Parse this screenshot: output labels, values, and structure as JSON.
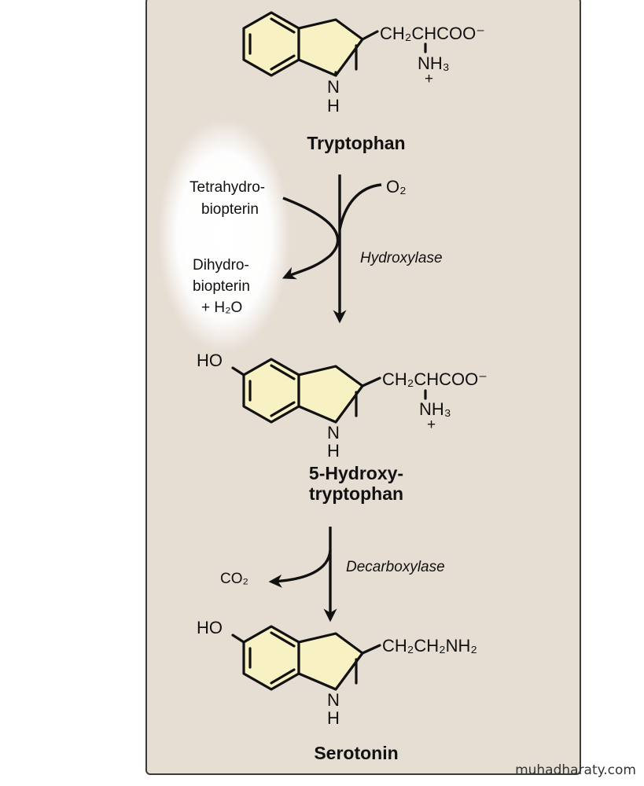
{
  "compounds": {
    "tryptophan": {
      "name": "Tryptophan",
      "side_chain": "CH₂CHCOO⁻",
      "amine": "NH₃",
      "amine_charge": "+",
      "ring_n": "N",
      "ring_h": "H"
    },
    "hydroxytryptophan": {
      "name_line1": "5-Hydroxy-",
      "name_line2": "tryptophan",
      "hydroxyl": "HO",
      "side_chain": "CH₂CHCOO⁻",
      "amine": "NH₃",
      "amine_charge": "+",
      "ring_n": "N",
      "ring_h": "H"
    },
    "serotonin": {
      "name": "Serotonin",
      "hydroxyl": "HO",
      "side_chain": "CH₂CH₂NH₂",
      "ring_n": "N",
      "ring_h": "H"
    }
  },
  "step1": {
    "enzyme": "Hydroxylase",
    "cofactor_in_line1": "Tetrahydro-",
    "cofactor_in_line2": "biopterin",
    "cosubstrate": "O₂",
    "product_line1": "Dihydro-",
    "product_line2": "biopterin",
    "product_line3": "+ H₂O"
  },
  "step2": {
    "enzyme": "Decarboxylase",
    "byproduct": "CO₂"
  },
  "watermark": "muhadharaty.com"
}
